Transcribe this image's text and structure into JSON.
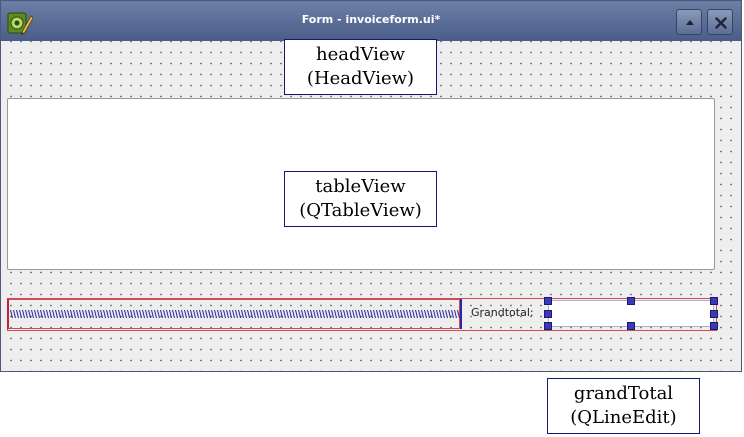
{
  "window": {
    "title": "Form - invoiceform.ui*"
  },
  "widgets": {
    "head_view": {
      "name": "headView",
      "class": "(HeadView)"
    },
    "table_view": {
      "name": "tableView",
      "class": "(QTableView)"
    },
    "grand_total_label": "Grandtotal:",
    "grand_total": {
      "name": "grandTotal",
      "class": "(QLineEdit)"
    }
  },
  "icons": {
    "app": "designer-form-icon",
    "minimize": "caret-up-icon",
    "close": "close-icon"
  },
  "colors": {
    "titlebar": "#5a6d96",
    "selection_handle": "#3a3ab8",
    "spacer": "#c0223a",
    "layout_line": "#2828a0"
  }
}
